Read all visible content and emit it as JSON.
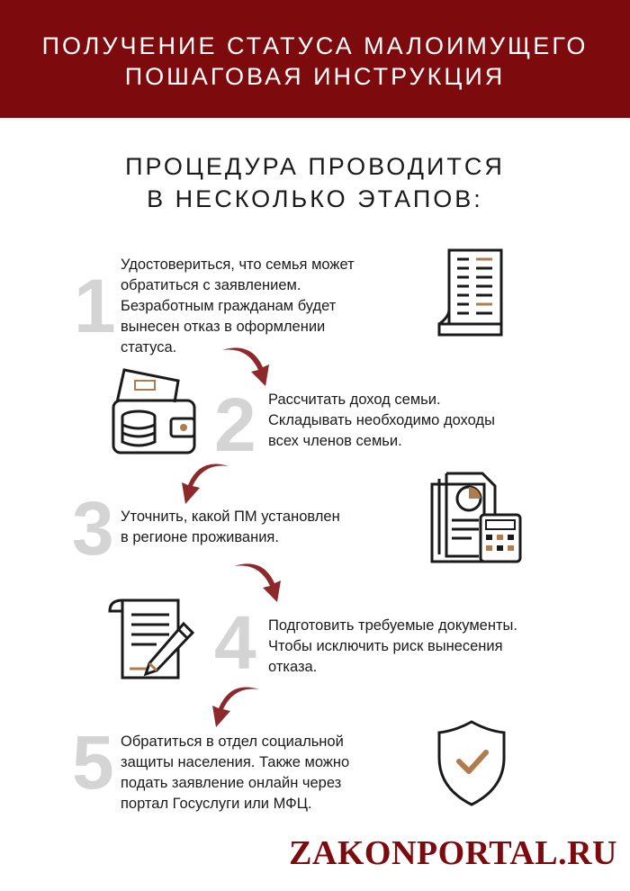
{
  "header": {
    "line1": "ПОЛУЧЕНИЕ СТАТУСА МАЛОИМУЩЕГО",
    "line2": "ПОШАГОВАЯ ИНСТРУКЦИЯ"
  },
  "subtitle": {
    "line1": "ПРОЦЕДУРА ПРОВОДИТСЯ",
    "line2": "В НЕСКОЛЬКО ЭТАПОВ:"
  },
  "steps": [
    {
      "number": "1",
      "lines": [
        "Удостовериться, что семья может",
        "обратиться с заявлением.",
        "Безработным гражданам будет",
        "вынесен отказ в оформлении",
        "статуса."
      ],
      "icon": "document-list-icon"
    },
    {
      "number": "2",
      "lines": [
        "Рассчитать доход семьи.",
        "Складывать необходимо доходы",
        "всех членов семьи."
      ],
      "icon": "wallet-coins-icon"
    },
    {
      "number": "3",
      "lines": [
        "Уточнить, какой ПМ установлен",
        "в регионе проживания."
      ],
      "icon": "report-calculator-icon"
    },
    {
      "number": "4",
      "lines": [
        "Подготовить требуемые документы.",
        "Чтобы исключить риск вынесения",
        "отказа."
      ],
      "icon": "document-pen-icon"
    },
    {
      "number": "5",
      "lines": [
        "Обратиться в отдел социальной",
        "защиты населения. Также можно",
        "подать заявление онлайн через",
        "портал Госуслуги или МФЦ."
      ],
      "icon": "shield-check-icon"
    }
  ],
  "brand": "ZAKONPORTAL.RU",
  "colors": {
    "accent": "#7d0a0c",
    "number_gray": "#d4d4d4",
    "icon_tan": "#b07c4d",
    "arrow": "#8c2a2b"
  }
}
